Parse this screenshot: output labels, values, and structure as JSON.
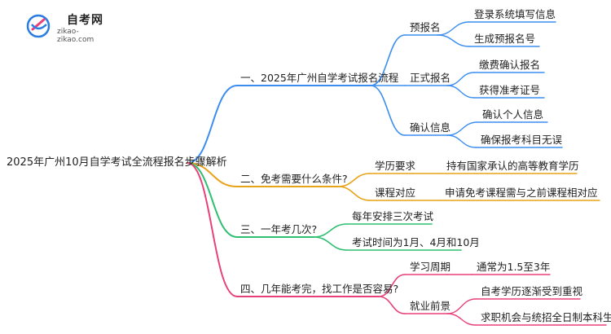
{
  "logo": {
    "title": "自考网",
    "url": "zikao-zikao.com"
  },
  "root": "2025年广州10月自学考试全流程报名步骤解析",
  "branches": [
    {
      "label": "一、2025年广州自学考试报名流程",
      "color": "#3b8ef0",
      "children": [
        {
          "label": "预报名",
          "children": [
            "登录系统填写信息",
            "生成预报名号"
          ]
        },
        {
          "label": "正式报名",
          "children": [
            "缴费确认报名",
            "获得准考证号"
          ]
        },
        {
          "label": "确认信息",
          "children": [
            "确认个人信息",
            "确保报考科目无误"
          ]
        }
      ]
    },
    {
      "label": "二、免考需要什么条件?",
      "color": "#e8a317",
      "children": [
        {
          "label": "学历要求",
          "children": [
            "持有国家承认的高等教育学历"
          ]
        },
        {
          "label": "课程对应",
          "children": [
            "申请免考课程需与之前课程相对应"
          ]
        }
      ]
    },
    {
      "label": "三、一年考几次?",
      "color": "#2fbf71",
      "children": [
        {
          "label": "每年安排三次考试",
          "children": []
        },
        {
          "label": "考试时间为1月、4月和10月",
          "children": []
        }
      ]
    },
    {
      "label": "四、几年能考完，找工作是否容易?",
      "color": "#e8417a",
      "children": [
        {
          "label": "学习周期",
          "children": [
            "通常为1.5至3年"
          ]
        },
        {
          "label": "就业前景",
          "children": [
            "自考学历逐渐受到重视",
            "求职机会与统招全日制本科生相同"
          ]
        }
      ]
    }
  ]
}
